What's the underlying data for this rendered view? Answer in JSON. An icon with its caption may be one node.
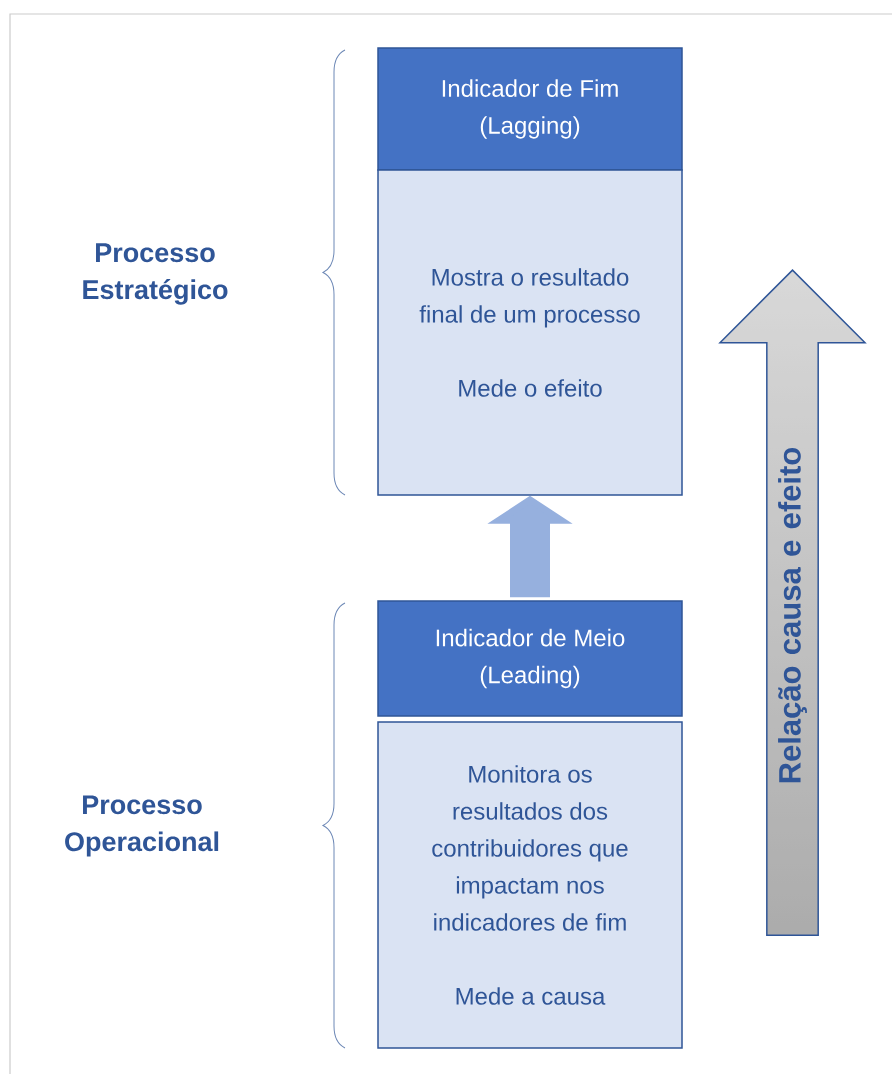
{
  "diagram": {
    "nodes": [
      {
        "text": [
          "Indicador de Fim (Lagging)"
        ]
      },
      {
        "text": [
          "Mostra o resultado final de um processo",
          "Mede o efeito"
        ]
      },
      {
        "text": [
          "Indicador de Meio (Leading)"
        ]
      },
      {
        "text": [
          "Monitora os resultados dos contribuidores que impactam nos indicadores de fim",
          "Mede a causa"
        ]
      },
      {
        "text": [
          "Relação causa e efeito"
        ]
      }
    ],
    "edges": [
      {
        "from": 2,
        "to": 1,
        "arrow": "to"
      }
    ],
    "labels": [
      "Processo Estratégico",
      "Processo Operacional"
    ]
  }
}
